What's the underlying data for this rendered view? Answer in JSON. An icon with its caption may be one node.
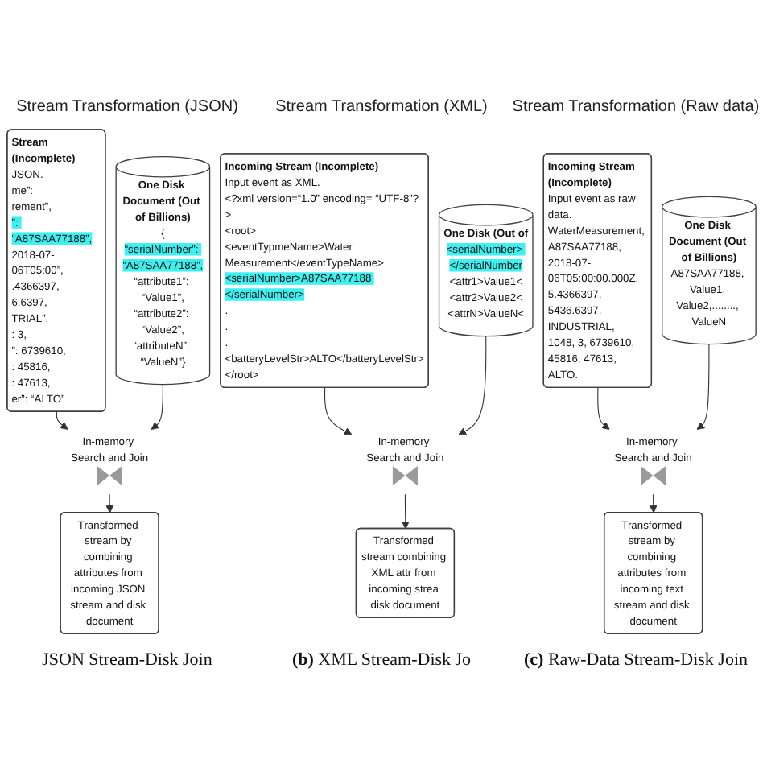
{
  "diagram": {
    "nodes": [
      {
        "text": [
          "Stream (Incomplete)",
          "JSON.",
          "me”:",
          "rement”,",
          "”: “A87SAA77188”,",
          "2018-07-06T05:00”,",
          ".4366397,",
          "6.6397,",
          "TRIAL”,",
          ": 3,",
          "”: 6739610,",
          ": 45816,",
          ": 47613,",
          "er”: “ALTO”"
        ]
      },
      {
        "text": [
          "One Disk Document (Out of Billions)",
          "{",
          "“serialNumber”: “A87SAA77188”,",
          "“attribute1”: “Value1”,",
          "“attribute2”: “Value2”,",
          "“attributeN”: “ValueN”}"
        ]
      },
      {
        "text": [],
        "shape": "bowtie",
        "beside": [
          "In-memory Search and Join"
        ]
      },
      {
        "text": [
          "Transformed stream by combining attributes from incoming JSON stream and disk document"
        ]
      },
      {
        "text": [
          "Incoming Stream (Incomplete)",
          "Input event as XML.",
          "<?xml version=“1.0” encoding= “UTF-8”?>",
          "<root>",
          "<eventTypmeName>Water Measurement</eventTypeName>",
          "<serialNumber>A87SAA77188 </serialNumber>",
          ".",
          ".",
          ".",
          "<batteryLevelStr>ALTO</batteryLevelStr>",
          "</root>"
        ]
      },
      {
        "text": [
          "One Disk (Out of",
          "<serialNumber> </serialNumber",
          "<attr1>Value1<",
          "<attr2>Value2<",
          "<attrN>ValueN<"
        ]
      },
      {
        "text": [],
        "shape": "bowtie",
        "beside": [
          "In-memory Search and Join"
        ]
      },
      {
        "text": [
          "Transformed stream combining XML attr from incoming strea disk document"
        ]
      },
      {
        "text": [
          "Incoming Stream (Incomplete)",
          "Input event as raw data.",
          "WaterMeasurement, A87SAA77188, 2018-07-06T05:00:00.000Z, 5.4366397, 5436.6397. INDUSTRIAL, 1048, 3, 6739610, 45816, 47613, ALTO."
        ]
      },
      {
        "text": [
          "One Disk Document (Out of Billions)",
          "A87SAA77188, Value1, Value2,........, ValueN"
        ]
      },
      {
        "text": [],
        "shape": "bowtie",
        "beside": [
          "In-memory Search and Join"
        ]
      },
      {
        "text": [
          "Transformed stream by combining attributes from incoming text stream and disk document"
        ]
      }
    ],
    "edges": [
      {
        "from": 0,
        "to": 2,
        "arrow": "to"
      },
      {
        "from": 1,
        "to": 2,
        "arrow": "to"
      },
      {
        "from": 2,
        "to": 3,
        "arrow": "to"
      },
      {
        "from": 4,
        "to": 6,
        "arrow": "to"
      },
      {
        "from": 5,
        "to": 6,
        "arrow": "to"
      },
      {
        "from": 6,
        "to": 7,
        "arrow": "to"
      },
      {
        "from": 8,
        "to": 10,
        "arrow": "to"
      },
      {
        "from": 9,
        "to": 10,
        "arrow": "to"
      },
      {
        "from": 10,
        "to": 11,
        "arrow": "to"
      }
    ],
    "labels": [
      "Stream Transformation (JSON)",
      "Stream Transformation (XML)",
      "JSON Stream-Disk Join",
      "**(b)** XML Stream-Disk Jo",
      "Stream Transformation (Raw data)",
      "**(c)** Raw-Data Stream-Disk Join"
    ]
  }
}
